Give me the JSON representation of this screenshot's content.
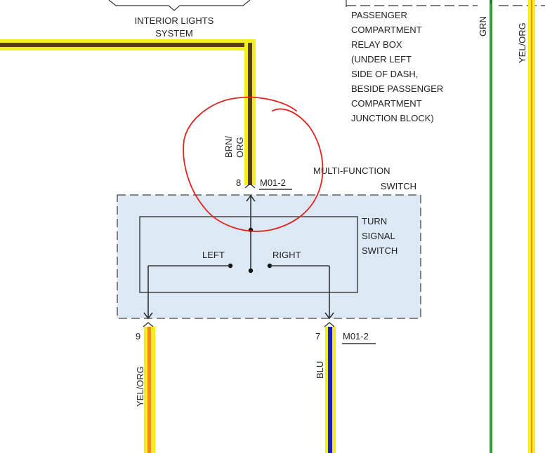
{
  "interior_lights": {
    "label_line1": "INTERIOR LIGHTS",
    "label_line2": "SYSTEM"
  },
  "relay_box": {
    "lines": [
      "PASSENGER",
      "COMPARTMENT",
      "RELAY BOX",
      "(UNDER LEFT",
      "SIDE OF DASH,",
      "BESIDE PASSENGER",
      "COMPARTMENT",
      "JUNCTION BLOCK)"
    ]
  },
  "wires": {
    "top": {
      "color_code_line1": "BRN/",
      "color_code_line2": "ORG",
      "pin": "8",
      "connector": "M01-2"
    },
    "left_output": {
      "color_code": "YEL/ORG",
      "pin": "9"
    },
    "right_output": {
      "color_code": "BLU",
      "pin": "7",
      "connector": "M01-2"
    },
    "right_green": {
      "color_code": "GRN"
    },
    "right_yelorg": {
      "color_code": "YEL/ORG"
    }
  },
  "multi_function_switch": {
    "label_line1": "MULTI-FUNCTION",
    "label_line2": "SWITCH"
  },
  "turn_signal_switch": {
    "label_line1": "TURN",
    "label_line2": "SIGNAL",
    "label_line3": "SWITCH",
    "left_label": "LEFT",
    "right_label": "RIGHT"
  },
  "colors": {
    "yellow": "#f4ee1e",
    "brown": "#5a3c12",
    "orange": "#f08c1e",
    "blue": "#1a1acc",
    "green": "#2aa52a",
    "switch_fill": "#dce9f4",
    "annotation_red": "#e0231e"
  }
}
